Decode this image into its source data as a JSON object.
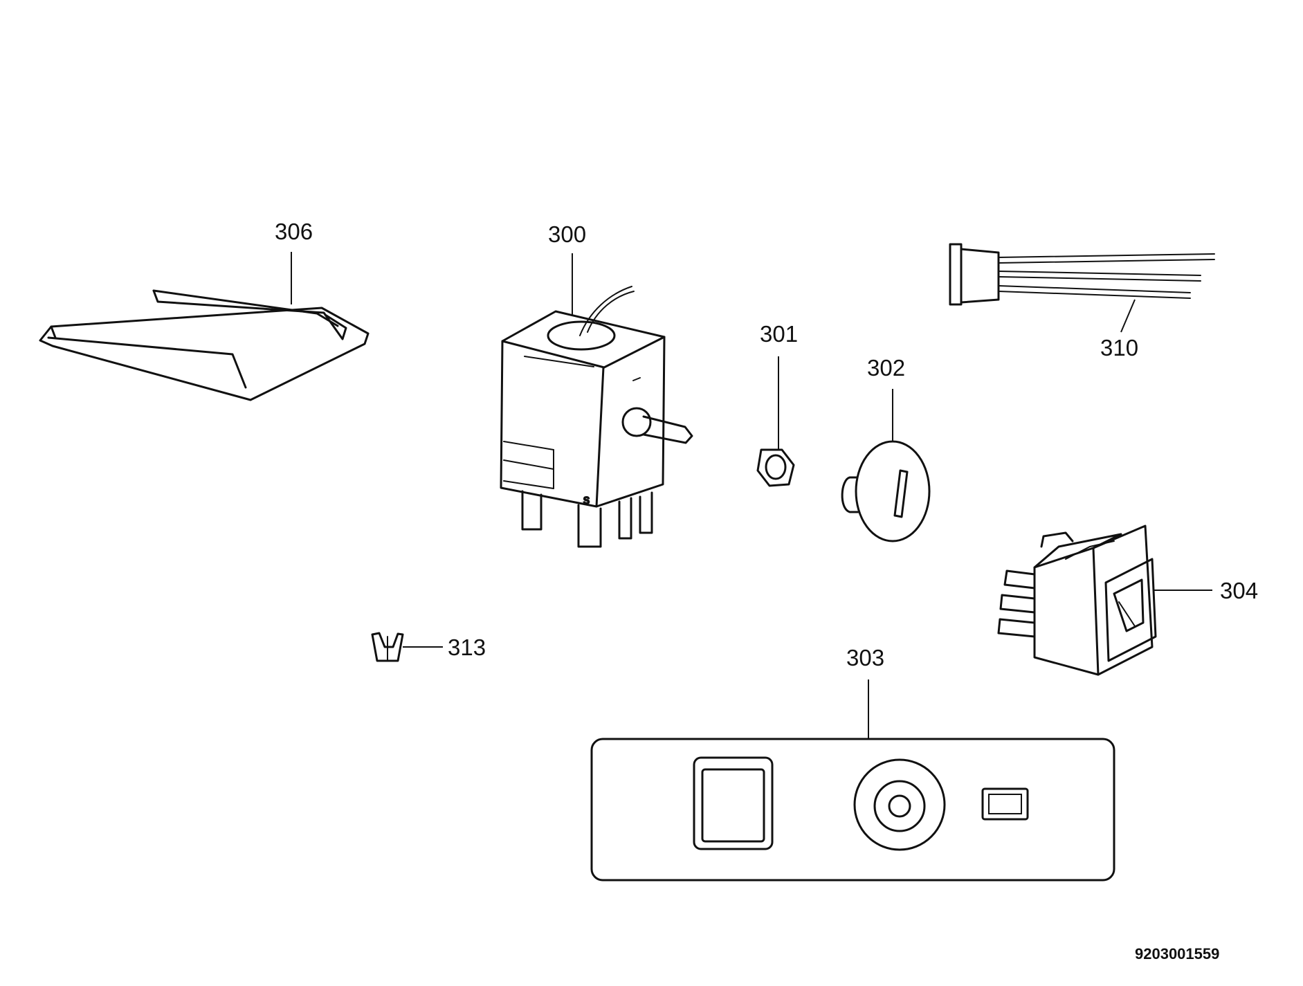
{
  "labels": {
    "p306": "306",
    "p300": "300",
    "p301": "301",
    "p302": "302",
    "p310": "310",
    "p304": "304",
    "p313": "313",
    "p303": "303"
  },
  "document_number": "9203001559"
}
